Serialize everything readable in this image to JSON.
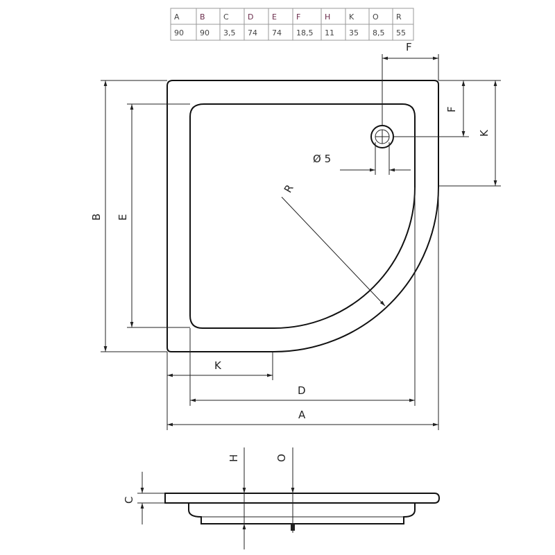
{
  "table": {
    "headers": [
      "A",
      "B",
      "C",
      "D",
      "E",
      "F",
      "H",
      "K",
      "O",
      "R"
    ],
    "values": [
      "90",
      "90",
      "3,5",
      "74",
      "74",
      "18,5",
      "11",
      "35",
      "8,5",
      "55"
    ]
  },
  "labels": {
    "A": "A",
    "B": "B",
    "C": "C",
    "D": "D",
    "E": "E",
    "F_top": "F",
    "F_right": "F",
    "H": "H",
    "K_right": "K",
    "K_bottom": "K",
    "O": "O",
    "R": "R",
    "drain_diameter": "Ø 5"
  }
}
